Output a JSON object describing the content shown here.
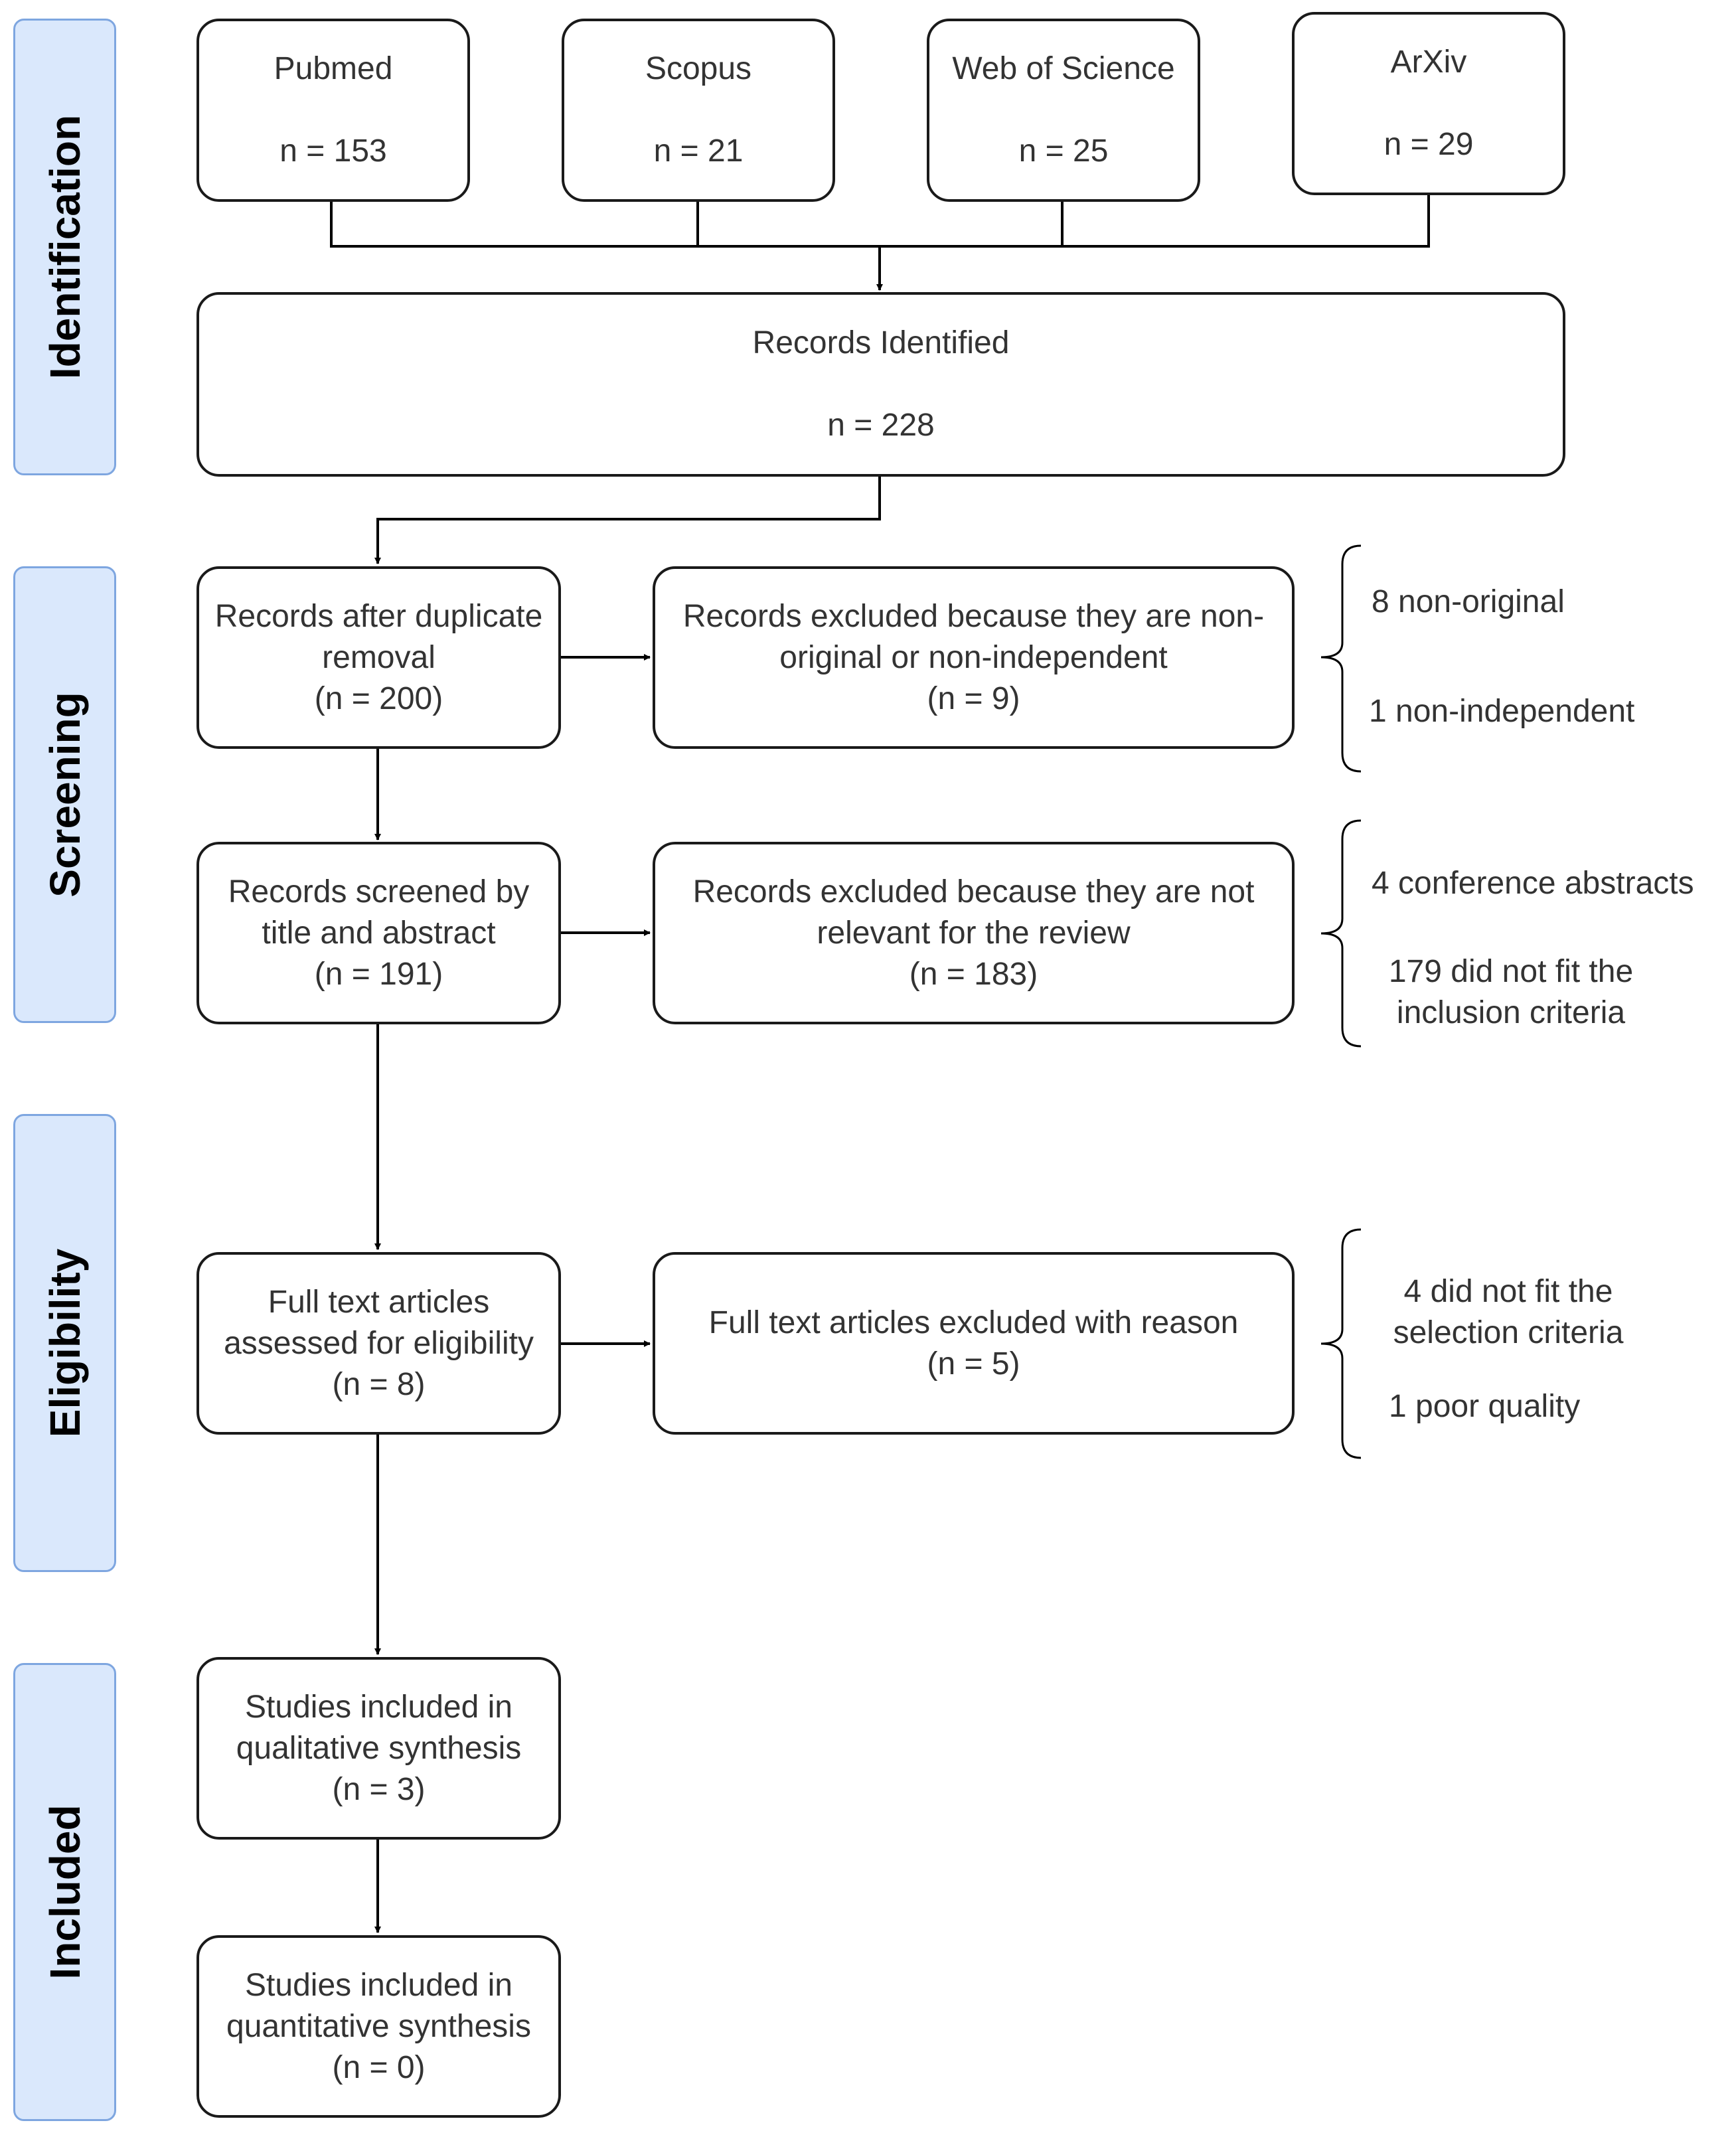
{
  "phases": [
    {
      "label": "Identification"
    },
    {
      "label": "Screening"
    },
    {
      "label": "Eligibility"
    },
    {
      "label": "Included"
    }
  ],
  "sources": [
    {
      "name": "Pubmed",
      "count": "n = 153"
    },
    {
      "name": "Scopus",
      "count": "n = 21"
    },
    {
      "name": "Web of Science",
      "count": "n = 25"
    },
    {
      "name": "ArXiv",
      "count": "n = 29"
    }
  ],
  "identified": {
    "label": "Records Identified",
    "count": "n = 228"
  },
  "after_duplicates": {
    "line1": "Records after duplicate",
    "line2": "removal",
    "count": "(n = 200)"
  },
  "excluded_non_original": {
    "line1": "Records excluded because they are non-",
    "line2": "original or non-independent",
    "count": "(n = 9)"
  },
  "screened": {
    "line1": "Records screened by",
    "line2": "title and abstract",
    "count": "(n = 191)"
  },
  "excluded_not_relevant": {
    "line1": "Records excluded because they are not",
    "line2": "relevant for the review",
    "count": "(n = 183)"
  },
  "full_text_assessed": {
    "line1": "Full text articles",
    "line2": "assessed for eligibility",
    "count": "(n = 8)"
  },
  "full_text_excluded": {
    "line1": "Full text articles excluded with reason",
    "count": "(n = 5)"
  },
  "qualitative": {
    "line1": "Studies included in",
    "line2": "qualitative synthesis",
    "count": "(n = 3)"
  },
  "quantitative": {
    "line1": "Studies included in",
    "line2": "quantitative synthesis",
    "count": "(n = 0)"
  },
  "notes": {
    "screening_1": {
      "a": "8 non-original",
      "b": "1 non-independent"
    },
    "screening_2": {
      "a": "4 conference abstracts",
      "b1": "179 did not fit the",
      "b2": "inclusion criteria"
    },
    "eligibility": {
      "a1": "4 did not fit the",
      "a2": "selection criteria",
      "b": "1 poor quality"
    }
  },
  "colors": {
    "phase_fill": "#dae8fc",
    "phase_border": "#7ea6e0",
    "box_border": "#1a1a1a"
  }
}
